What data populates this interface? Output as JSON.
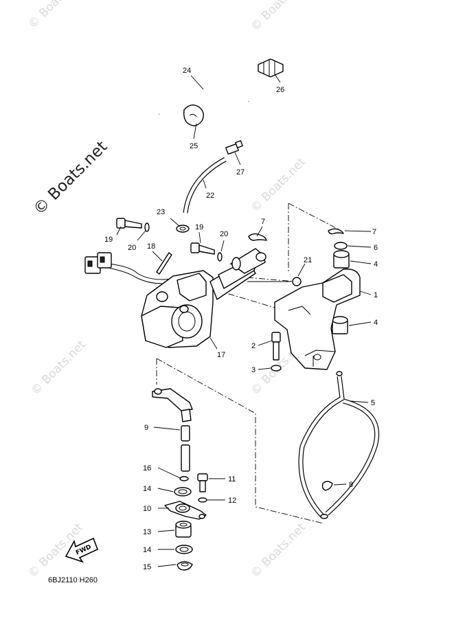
{
  "watermark": {
    "text": "© Boats.net",
    "main_text": "© Boats.net"
  },
  "diagram_code": "6BJ2110 H260",
  "fwd_label": "FWD",
  "callouts": [
    "1",
    "2",
    "3",
    "4",
    "4",
    "5",
    "6",
    "7",
    "7",
    "8",
    "9",
    "10",
    "11",
    "12",
    "13",
    "14",
    "14",
    "15",
    "16",
    "17",
    "18",
    "19",
    "19",
    "20",
    "20",
    "21",
    "22",
    "23",
    "24",
    "25",
    "26",
    "27"
  ]
}
